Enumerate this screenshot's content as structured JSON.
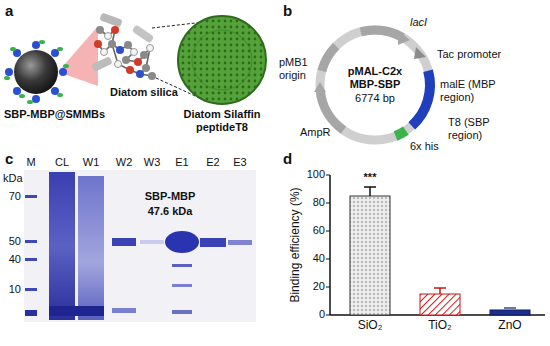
{
  "diagram": {
    "nodes": [
      {
        "text": [
          "pMAL-C2x MBP-SBP",
          "6774 bp"
        ]
      }
    ],
    "labels": [
      "a",
      "SBP-MBP@SMMBs",
      "Diatom silica",
      "Diatom Silaffin peptideT8",
      "b",
      "lacI",
      "pMB1 origin",
      "Tac promoter",
      "malE (MBP region)",
      "6x his",
      "T8 (SBP region)",
      "AmpR",
      "c",
      "kDa",
      "M",
      "CL",
      "W1",
      "W2",
      "W3",
      "E1",
      "E2",
      "E3",
      "70",
      "50",
      "40",
      "10",
      "SBP-MBP",
      "47.6 kDa",
      "d",
      "Binding efficiency (%)",
      "100",
      "80",
      "60",
      "40",
      "20",
      "0",
      "***",
      "SiO₂",
      "TiO₂",
      "ZnO"
    ]
  }
}
